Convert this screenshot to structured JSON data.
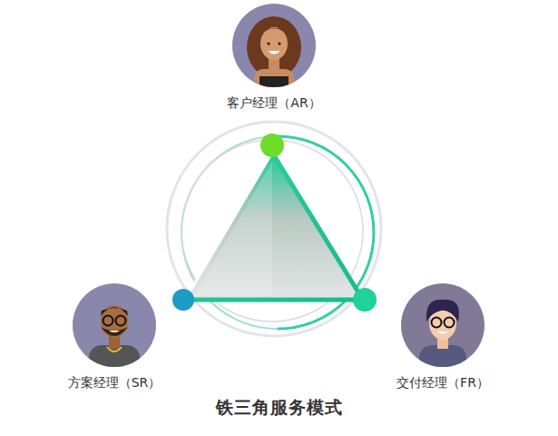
{
  "diagram": {
    "title": "铁三角服务模式",
    "nodes": [
      {
        "text": [
          "客户经理（AR）"
        ]
      },
      {
        "text": [
          "方案经理（SR）"
        ]
      },
      {
        "text": [
          "交付经理（FR）"
        ]
      }
    ]
  }
}
